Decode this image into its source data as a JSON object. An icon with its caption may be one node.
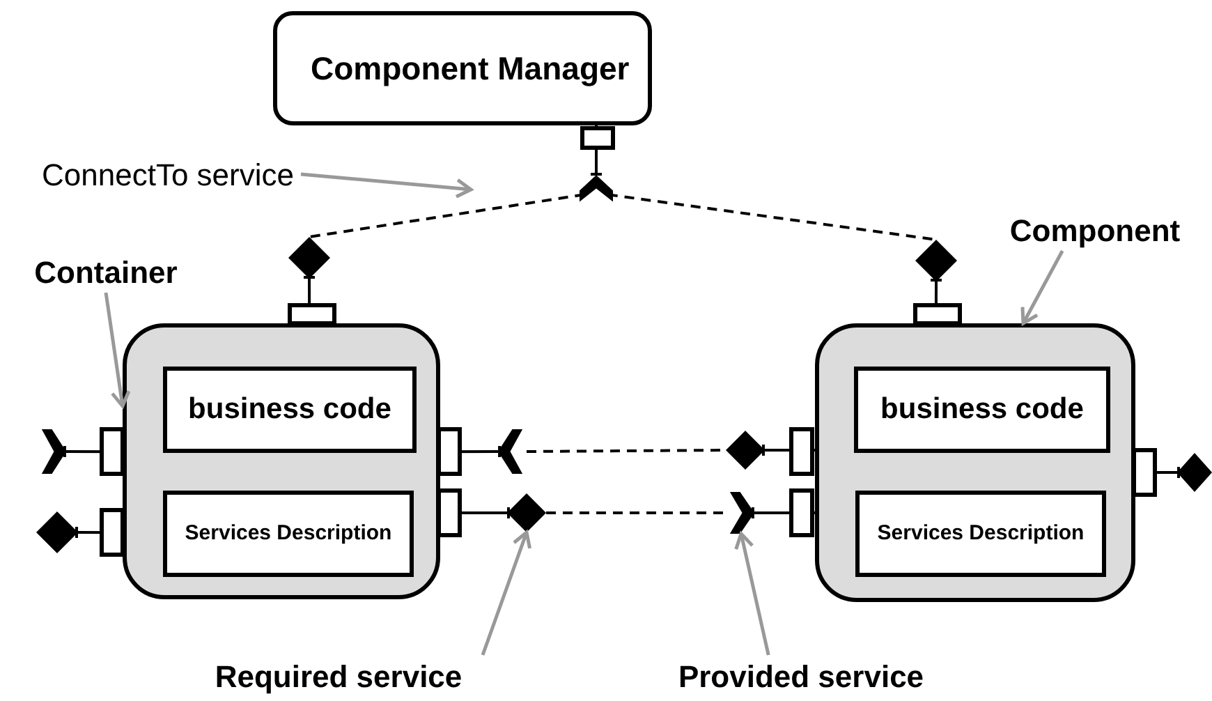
{
  "diagram": {
    "nodes": [
      {
        "text": [
          "Component Manager"
        ]
      },
      {
        "text": [],
        "shape": "box"
      },
      {
        "text": [
          "business code"
        ],
        "in": 1
      },
      {
        "text": [
          "Services Description"
        ],
        "in": 1
      },
      {
        "text": [],
        "shape": "box"
      },
      {
        "text": [
          "business code"
        ],
        "in": 4
      },
      {
        "text": [
          "Services Description"
        ],
        "in": 4
      },
      {
        "text": [
          "Container"
        ]
      },
      {
        "text": [
          "Component"
        ]
      },
      {
        "text": [
          "ConnectTo service"
        ]
      },
      {
        "text": [
          "Required service"
        ]
      },
      {
        "text": [
          "Provided service"
        ]
      },
      {
        "text": [],
        "shape": "chevron"
      },
      {
        "text": [],
        "shape": "diamond"
      },
      {
        "text": [],
        "shape": "diamond"
      },
      {
        "text": [],
        "shape": "chevron"
      },
      {
        "text": [],
        "shape": "chevron"
      },
      {
        "text": [],
        "shape": "diamond"
      },
      {
        "text": [],
        "shape": "diamond"
      },
      {
        "text": [],
        "shape": "diamond"
      },
      {
        "text": [],
        "shape": "diamond"
      },
      {
        "text": [],
        "shape": "chevron"
      }
    ],
    "edges": [
      {
        "from": 12,
        "to": 13,
        "arrow": "none",
        "style": "dashed",
        "color": "#000000"
      },
      {
        "from": 12,
        "to": 14,
        "arrow": "none",
        "style": "dashed",
        "color": "#000000"
      },
      {
        "from": 16,
        "to": 17,
        "arrow": "none",
        "style": "dashed",
        "color": "#000000"
      },
      {
        "from": 20,
        "to": 21,
        "arrow": "none",
        "style": "dashed",
        "color": "#000000"
      },
      {
        "from": 7,
        "to": 1,
        "arrow": "to",
        "color": "#999999"
      },
      {
        "from": 8,
        "to": 4,
        "arrow": "to",
        "color": "#999999"
      },
      {
        "from": 9,
        "to": null,
        "arrow": "to",
        "color": "#999999"
      },
      {
        "from": 10,
        "to": 20,
        "arrow": "to",
        "color": "#999999"
      },
      {
        "from": 11,
        "to": 21,
        "arrow": "to",
        "color": "#999999"
      },
      {
        "from": 0,
        "to": 12,
        "arrow": "other"
      },
      {
        "from": 1,
        "to": 13,
        "arrow": "other"
      },
      {
        "from": 4,
        "to": 14,
        "arrow": "other"
      },
      {
        "from": 1,
        "to": 15,
        "arrow": "other"
      },
      {
        "from": 1,
        "to": 16,
        "arrow": "other"
      },
      {
        "from": 1,
        "to": 19,
        "arrow": "other"
      },
      {
        "from": 1,
        "to": 20,
        "arrow": "other"
      },
      {
        "from": 4,
        "to": 17,
        "arrow": "other"
      },
      {
        "from": 4,
        "to": 21,
        "arrow": "other"
      },
      {
        "from": 4,
        "to": 18,
        "arrow": "other"
      }
    ]
  }
}
